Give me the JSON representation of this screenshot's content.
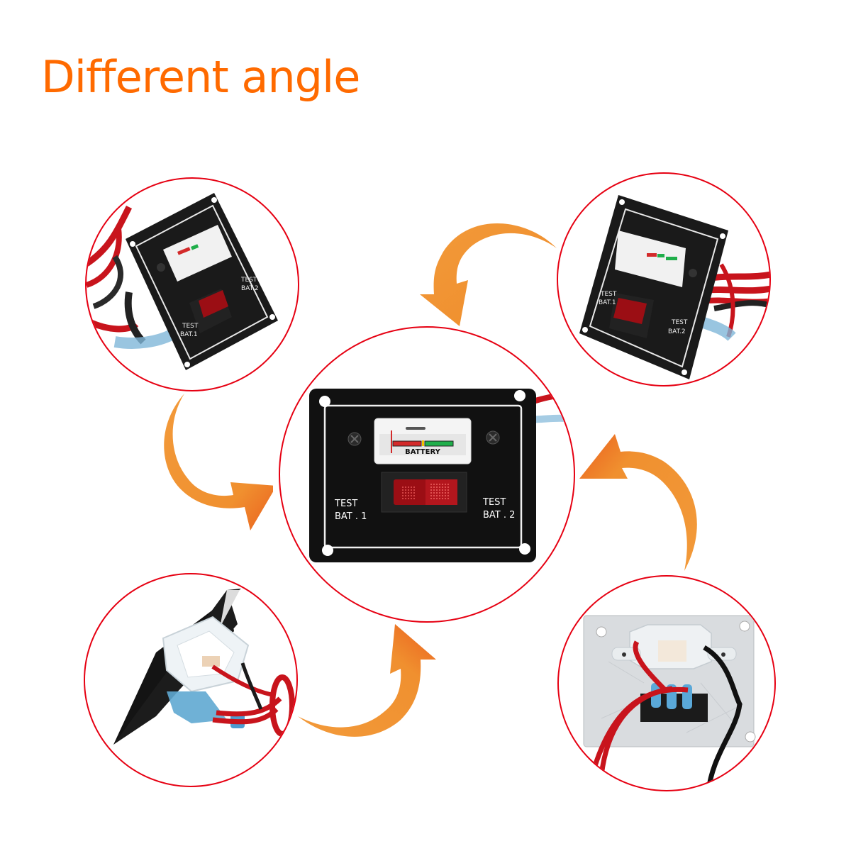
{
  "title": "Different angle",
  "colors": {
    "title": "#ff6a00",
    "circle_border": "#e60012",
    "arrow_light": "#f29a3a",
    "arrow_dark": "#ec6a22",
    "panel_black": "#121212",
    "switch_red": "#9b0e14",
    "gauge_red": "#d32a2a",
    "gauge_green": "#1fae4a"
  },
  "center_panel": {
    "gauge_label": "BATTERY",
    "left_label_line1": "TEST",
    "left_label_line2": "BAT . 1",
    "right_label_line1": "TEST",
    "right_label_line2": "BAT . 2"
  },
  "views": [
    {
      "id": "top-left",
      "description": "Panel front angled left with red/black wires",
      "left_label": "TEST BAT.1",
      "right_label": "TEST BAT.2"
    },
    {
      "id": "top-right",
      "description": "Panel front angled right with red/black wires",
      "left_label": "TEST BAT.1",
      "right_label": "TEST BAT.2"
    },
    {
      "id": "bottom-left",
      "description": "Side view showing clear gauge housing and blue connectors"
    },
    {
      "id": "bottom-right",
      "description": "Rear view of aluminum plate with wiring"
    }
  ],
  "arrows": [
    {
      "id": "arrow-top",
      "direction": "counter-clockwise"
    },
    {
      "id": "arrow-left",
      "direction": "counter-clockwise"
    },
    {
      "id": "arrow-bottom",
      "direction": "counter-clockwise"
    },
    {
      "id": "arrow-right",
      "direction": "counter-clockwise"
    }
  ]
}
